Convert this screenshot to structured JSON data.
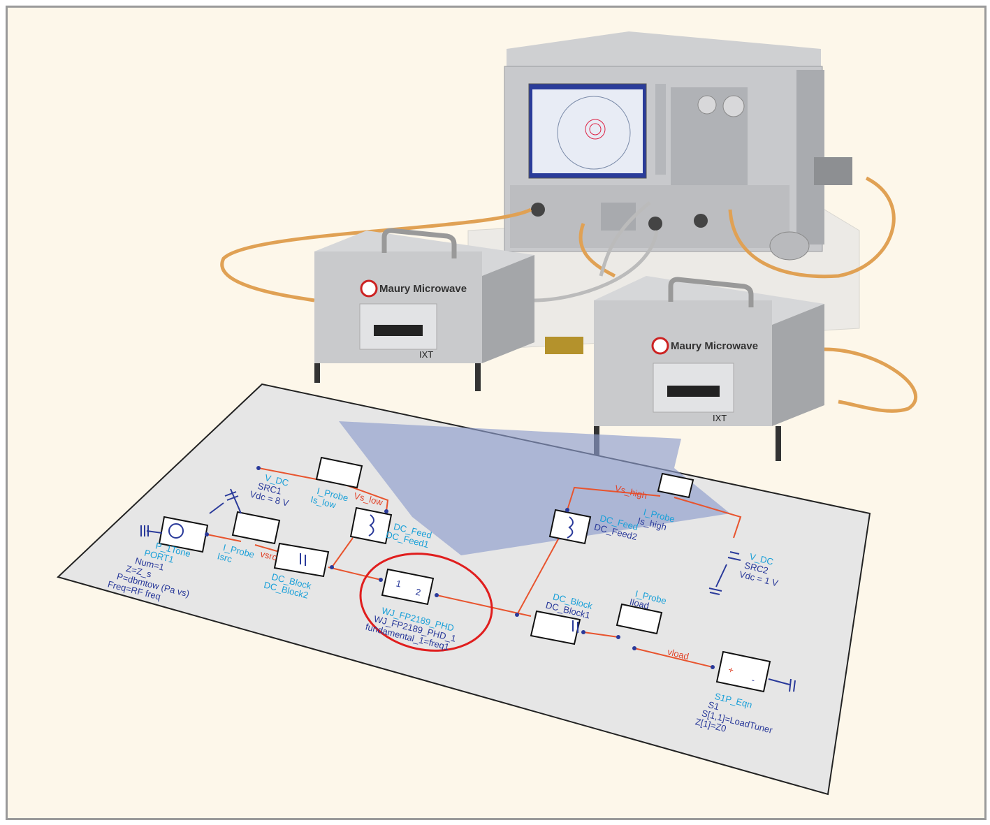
{
  "colors": {
    "background": "#fdf7ea",
    "wire": "#e8542e",
    "component": "#2a3a9a",
    "label": "#1aa0d8",
    "highlight": "#e01e1e",
    "arrow": "#8e9ccc"
  },
  "equipment": {
    "tuner_brand": "Maury Microwave",
    "tuner_sub": "IXT"
  },
  "schematic": {
    "source": {
      "name": "P_1Tone",
      "inst": "PORT1",
      "params": [
        "Num=1",
        "Z=Z_s",
        "P=dbmtow (Pa vs)",
        "Freq=RF freq"
      ]
    },
    "src1": {
      "name": "V_DC",
      "inst": "SRC1",
      "param": "Vdc = 8 V"
    },
    "probe_low": {
      "name": "I_Probe",
      "inst": "Is_low"
    },
    "probe_src": {
      "name": "I_Probe",
      "inst": "Isrc"
    },
    "feed1": {
      "name": "DC_Feed",
      "inst": "DC_Feed1"
    },
    "block2": {
      "name": "DC_Block",
      "inst": "DC_Block2"
    },
    "dut": {
      "pin1": "1",
      "pin2": "2",
      "name": "WJ_FP2189_PHD",
      "inst": "WJ_FP2189_PHD_1",
      "param": "fundamental_1=freq1"
    },
    "feed2": {
      "name": "DC_Feed",
      "inst": "DC_Feed2"
    },
    "probe_high": {
      "name": "I_Probe",
      "inst": "Is_high"
    },
    "src2": {
      "name": "V_DC",
      "inst": "SRC2",
      "param": "Vdc = 1 V"
    },
    "block1": {
      "name": "DC_Block",
      "inst": "DC_Block1"
    },
    "probe_load": {
      "name": "I_Probe",
      "inst": "Iload"
    },
    "load": {
      "name": "S1P_Eqn",
      "inst": "S1",
      "params": [
        "S[1,1]=LoadTuner",
        "Z[1]=Z0"
      ],
      "plus": "+",
      "minus": "-"
    },
    "nets": {
      "vs_low": "Vs_low",
      "vsrc": "vsrc",
      "vs_high": "Vs_high",
      "vload": "vload"
    }
  }
}
